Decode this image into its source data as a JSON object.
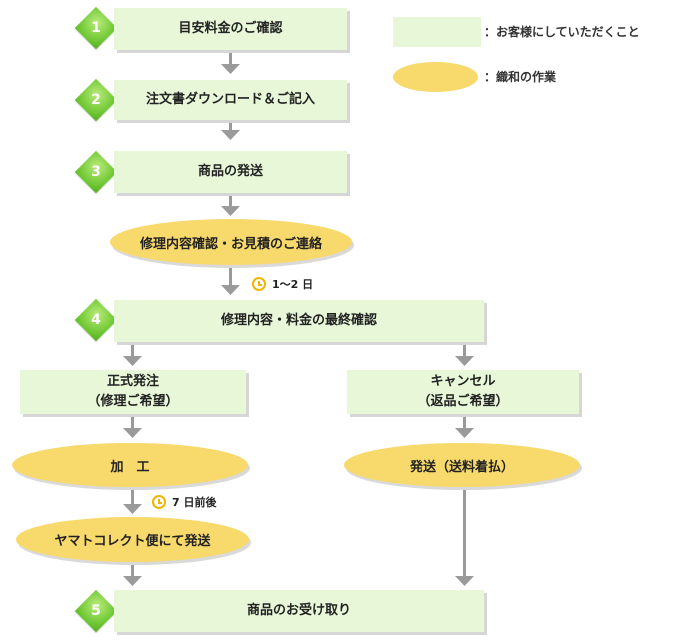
{
  "legend": {
    "customer_label": "：お客様にしていただくこと",
    "shop_label": "：織和の作業"
  },
  "steps": {
    "s1": {
      "num": "1",
      "label": "目安料金のご確認"
    },
    "s2": {
      "num": "2",
      "label": "注文書ダウンロード＆ご記入"
    },
    "s3": {
      "num": "3",
      "label": "商品の発送"
    },
    "s4": {
      "num": "4",
      "label": "修理内容・料金の最終確認"
    },
    "s5": {
      "num": "5",
      "label": "商品のお受け取り"
    }
  },
  "shop_tasks": {
    "estimate": "修理内容確認・お見積のご連絡",
    "processing": "加　工",
    "yamato_ship": "ヤマトコレクト便にて発送",
    "return_ship": "発送（送料着払）"
  },
  "branches": {
    "order": "正式発注\n（修理ご希望）",
    "cancel": "キャンセル\n（返品ご希望）"
  },
  "durations": {
    "estimate_wait": "1～2 日",
    "processing_wait": "7 日前後"
  },
  "colors": {
    "customer_fill": "#e7f7d8",
    "shop_fill": "#f8d96c",
    "badge": "#6cc631",
    "arrow": "#9a9a9a",
    "clock": "#f1b400"
  }
}
